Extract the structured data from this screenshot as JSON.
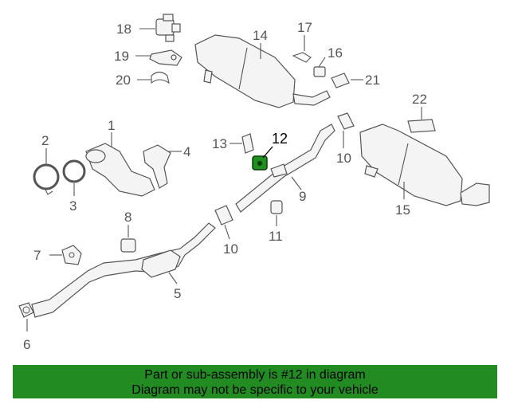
{
  "colors": {
    "banner": "#228b22",
    "highlight": "#1f8f1f",
    "line": "#555555"
  },
  "callouts": {
    "c1": "1",
    "c2": "2",
    "c3": "3",
    "c4": "4",
    "c5": "5",
    "c6": "6",
    "c7": "7",
    "c8": "8",
    "c9": "9",
    "c10a": "10",
    "c10b": "10",
    "c11": "11",
    "c12": "12",
    "c13": "13",
    "c14": "14",
    "c15": "15",
    "c16": "16",
    "c17": "17",
    "c18": "18",
    "c19": "19",
    "c20": "20",
    "c21": "21",
    "c22": "22"
  },
  "highlighted_part": "12",
  "banner": {
    "line1": "Part or sub-assembly is #12 in diagram",
    "line2": "Diagram may not be specific to your vehicle"
  }
}
